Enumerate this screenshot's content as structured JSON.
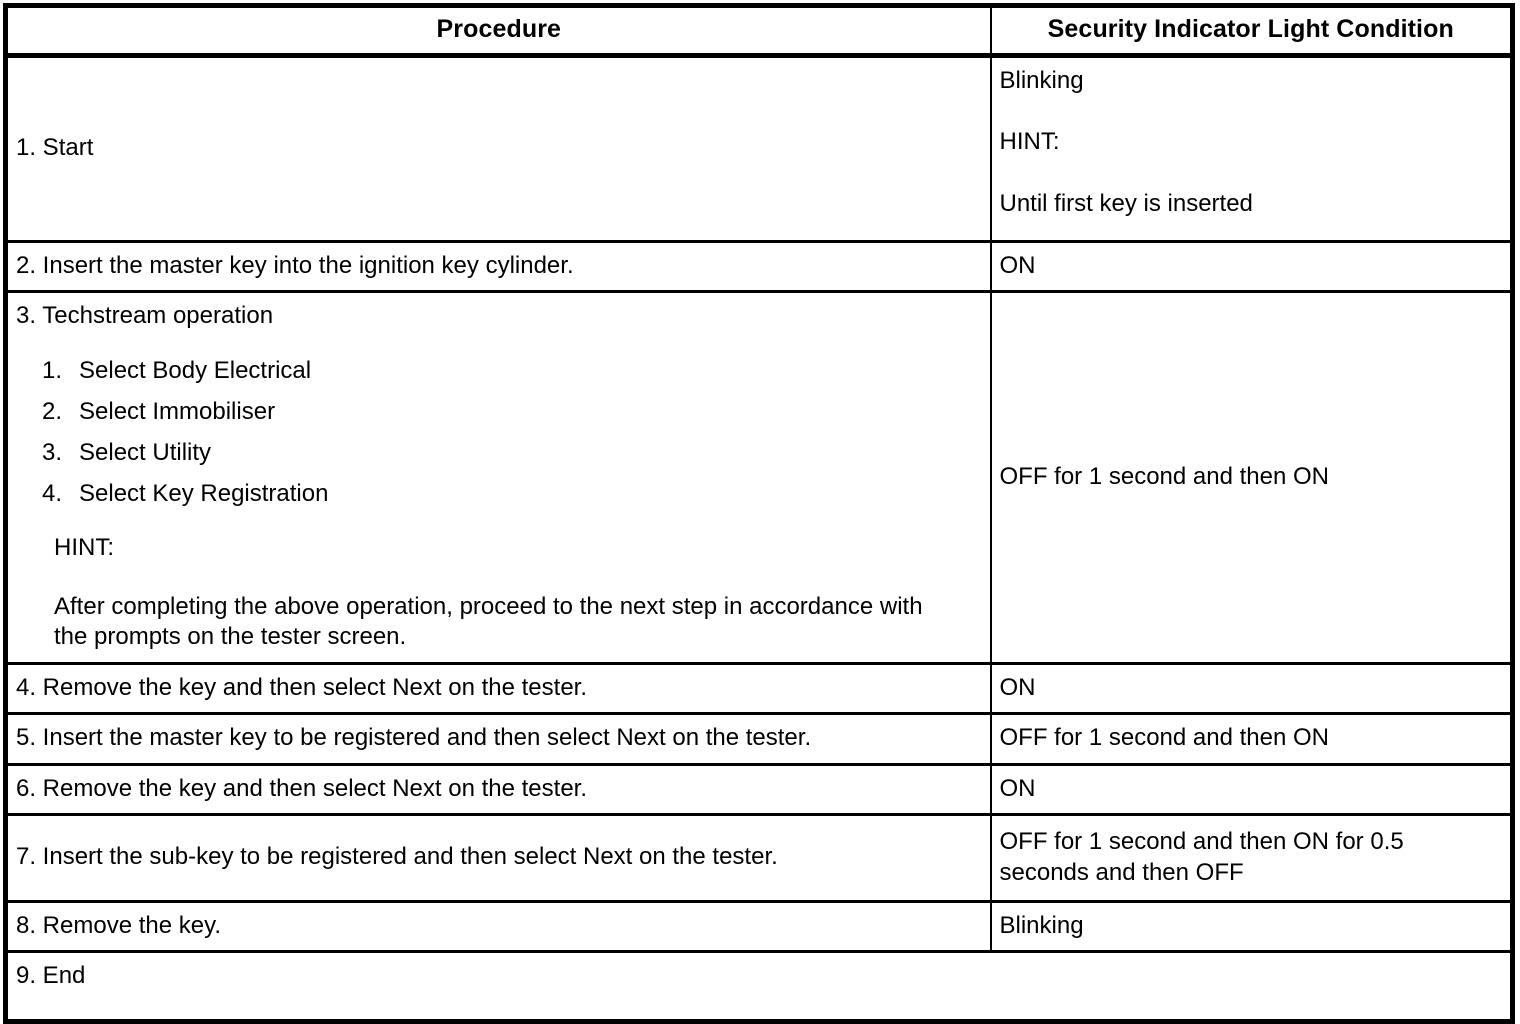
{
  "table": {
    "columns": [
      {
        "key": "procedure",
        "label": "Procedure"
      },
      {
        "key": "condition",
        "label": "Security Indicator Light Condition"
      }
    ],
    "rows": [
      {
        "id": "row-1",
        "procedure": "1. Start",
        "condition_lines": [
          "Blinking",
          "HINT:",
          "Until first key is inserted"
        ]
      },
      {
        "id": "row-2",
        "procedure": "2. Insert the master key into the ignition key cylinder.",
        "condition": "ON"
      },
      {
        "id": "row-3",
        "procedure": "3. Techstream operation",
        "sub_steps": [
          {
            "num": "1.",
            "label": "Select Body Electrical"
          },
          {
            "num": "2.",
            "label": "Select Immobiliser"
          },
          {
            "num": "3.",
            "label": "Select Utility"
          },
          {
            "num": "4.",
            "label": "Select Key Registration"
          }
        ],
        "hint_label": "HINT:",
        "hint_text": "After completing the above operation, proceed to the next step in accordance with the prompts on the tester screen.",
        "condition": "OFF for 1 second and then ON"
      },
      {
        "id": "row-4",
        "procedure": "4. Remove the key and then select Next on the tester.",
        "condition": "ON"
      },
      {
        "id": "row-5",
        "procedure": "5. Insert the master key to be registered and then select Next on the tester.",
        "condition": "OFF for 1 second and then ON"
      },
      {
        "id": "row-6",
        "procedure": "6. Remove the key and then select Next on the tester.",
        "condition": "ON"
      },
      {
        "id": "row-7",
        "procedure": "7. Insert the sub-key to be registered and then select Next on the tester.",
        "condition": "OFF for 1 second and then ON for 0.5 seconds and then OFF"
      },
      {
        "id": "row-8",
        "procedure": "8. Remove the key.",
        "condition": "Blinking"
      },
      {
        "id": "row-9",
        "procedure": "9. End",
        "condition": ""
      }
    ]
  },
  "colors": {
    "border": "#000000",
    "text": "#000000",
    "background": "#ffffff"
  }
}
